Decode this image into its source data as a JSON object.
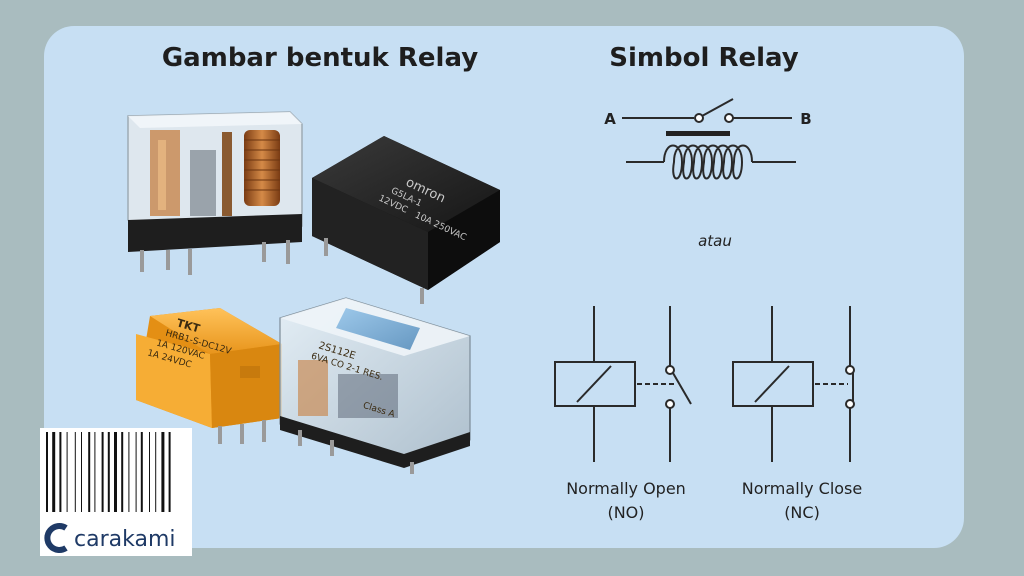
{
  "titles": {
    "left": "Gambar bentuk Relay",
    "right": "Simbol Relay"
  },
  "symbol": {
    "terminal_a": "A",
    "terminal_b": "B",
    "separator": "atau"
  },
  "variants": [
    {
      "line1": "Normally Open",
      "line2": "(NO)"
    },
    {
      "line1": "Normally  Close",
      "line2": "(NC)"
    }
  ],
  "photo_prints": {
    "omron_brand": "omron",
    "omron_model": "G5LA-1",
    "omron_voltage": "12VDC",
    "omron_rating": "10A 250VAC",
    "tkt_brand": "TKT",
    "tkt_model": "HRB1-S-DC12V",
    "tkt_rating1": "1A 120VAC",
    "tkt_rating2": "1A 24VDC",
    "clear_model": "2S112E",
    "clear_rating": "6VA CO 2-1 RES.",
    "clear_class": "Class A"
  },
  "brand": {
    "name": "carakami"
  },
  "colors": {
    "background": "#a9bcbf",
    "panel": "#c7dff3",
    "relay_orange": "#f3a52b",
    "relay_black": "#1a1a1a",
    "copper": "#b0642a",
    "logo_blue": "#1f3a66"
  }
}
